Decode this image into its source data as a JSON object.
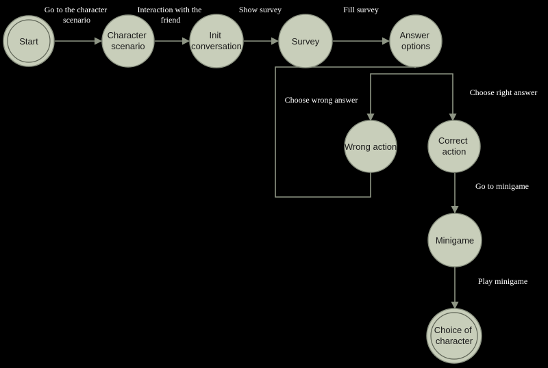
{
  "colors": {
    "background": "#000000",
    "node_fill": "#c8ceba",
    "node_stroke": "#8e9584",
    "edge": "#8e9584",
    "edge_label": "#ffffff",
    "node_text": "#1a1a1a"
  },
  "nodes": {
    "start": {
      "lines": [
        "Start"
      ]
    },
    "character_scenario": {
      "lines": [
        "Character",
        "scenario"
      ]
    },
    "init_conversation": {
      "lines": [
        "Init",
        "conversation"
      ]
    },
    "survey": {
      "lines": [
        "Survey"
      ]
    },
    "answer_options": {
      "lines": [
        "Answer",
        "options"
      ]
    },
    "wrong_action": {
      "lines": [
        "Wrong action"
      ]
    },
    "correct_action": {
      "lines": [
        "Correct",
        "action"
      ]
    },
    "minigame": {
      "lines": [
        "Minigame"
      ]
    },
    "choice_of_character": {
      "lines": [
        "Choice of",
        "character"
      ]
    }
  },
  "edges": {
    "go_to_character_scenario": {
      "lines": [
        "Go to the character",
        "scenario"
      ]
    },
    "interaction_with_friend": {
      "lines": [
        "Interaction with the",
        "friend"
      ]
    },
    "show_survey": {
      "lines": [
        "Show survey"
      ]
    },
    "fill_survey": {
      "lines": [
        "Fill survey"
      ]
    },
    "choose_wrong_answer": {
      "lines": [
        "Choose wrong answer"
      ]
    },
    "choose_right_answer": {
      "lines": [
        "Choose right answer"
      ]
    },
    "go_to_minigame": {
      "lines": [
        "Go to minigame"
      ]
    },
    "play_minigame": {
      "lines": [
        "Play minigame"
      ]
    }
  }
}
